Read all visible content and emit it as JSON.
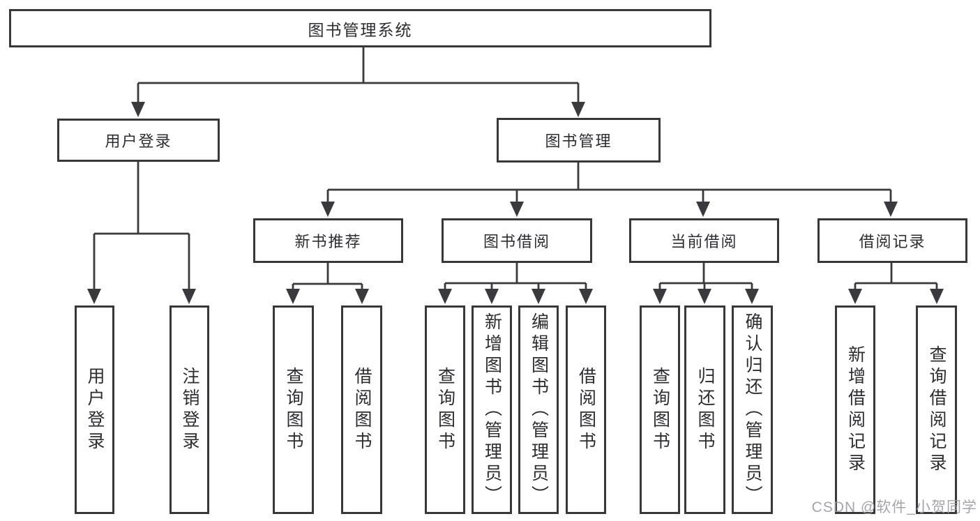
{
  "diagram": {
    "title": "图书管理系统",
    "branches": [
      {
        "label": "用户登录",
        "leaves": [
          {
            "label": "用户登录"
          },
          {
            "label": "注销登录"
          }
        ]
      },
      {
        "label": "图书管理",
        "groups": [
          {
            "label": "新书推荐",
            "leaves": [
              {
                "label": "查询图书"
              },
              {
                "label": "借阅图书"
              }
            ]
          },
          {
            "label": "图书借阅",
            "leaves": [
              {
                "label": "查询图书"
              },
              {
                "label": "新增图书（管理员）"
              },
              {
                "label": "编辑图书（管理员）"
              },
              {
                "label": "借阅图书"
              }
            ]
          },
          {
            "label": "当前借阅",
            "leaves": [
              {
                "label": "查询图书"
              },
              {
                "label": "归还图书"
              },
              {
                "label": "确认归还（管理员）"
              }
            ]
          },
          {
            "label": "借阅记录",
            "leaves": [
              {
                "label": "新增借阅记录"
              },
              {
                "label": "查询借阅记录"
              }
            ]
          }
        ]
      }
    ]
  },
  "watermark": "CSDN @软件_小贺同学",
  "colors": {
    "line": "#3a3a3e",
    "box_border": "#38383b",
    "text": "#2d2d31",
    "watermark": "#9b9ba3",
    "background": "#ffffff"
  }
}
